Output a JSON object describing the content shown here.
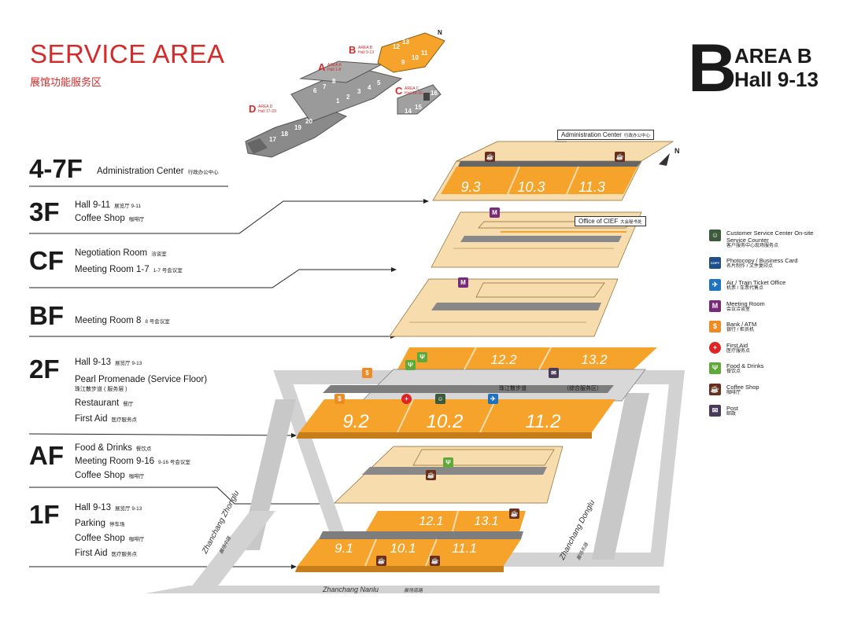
{
  "title": "SERVICE AREA",
  "title_cn": "展馆功能服务区",
  "area": {
    "letter": "B",
    "name": "AREA B",
    "halls": "Hall 9-13"
  },
  "floors": [
    {
      "code": "4-7F",
      "items": [
        {
          "en": "Administration Center",
          "cn": "行政办公中心"
        }
      ]
    },
    {
      "code": "3F",
      "items": [
        {
          "en": "Hall 9-11",
          "cn": "展览厅 9-11"
        },
        {
          "en": "Coffee Shop",
          "cn": "咖啡厅"
        }
      ]
    },
    {
      "code": "CF",
      "items": [
        {
          "en": "Negotiation Room",
          "cn": "洽谈室"
        },
        {
          "en": "Meeting Room 1-7",
          "cn": "1-7 号会议室"
        }
      ]
    },
    {
      "code": "BF",
      "items": [
        {
          "en": "Meeting Room 8",
          "cn": "8 号会议室"
        }
      ]
    },
    {
      "code": "2F",
      "items": [
        {
          "en": "Hall 9-13",
          "cn": "展览厅 9-13"
        },
        {
          "en": "Pearl Promenade (Service Floor)",
          "cn": ""
        },
        {
          "en": "珠江散步道 ( 服务层 )",
          "cn": ""
        },
        {
          "en": "Restaurant",
          "cn": "餐厅"
        },
        {
          "en": "First Aid",
          "cn": "医疗服务点"
        }
      ]
    },
    {
      "code": "AF",
      "items": [
        {
          "en": "Food & Drinks",
          "cn": "餐饮点"
        },
        {
          "en": "Meeting Room 9-16",
          "cn": "9-16 号会议室"
        },
        {
          "en": "Coffee Shop",
          "cn": "咖啡厅"
        }
      ]
    },
    {
      "code": "1F",
      "items": [
        {
          "en": "Hall 9-13",
          "cn": "展览厅 9-13"
        },
        {
          "en": "Parking",
          "cn": "停车场"
        },
        {
          "en": "Coffee Shop",
          "cn": "咖啡厅"
        },
        {
          "en": "First Aid",
          "cn": "医疗服务点"
        }
      ]
    }
  ],
  "legend": [
    {
      "icon": "customer-service-icon",
      "color": "#3d5a3a",
      "glyph": "☺",
      "en": [
        "Customer Service Center On-site",
        "Service Counter"
      ],
      "cn": "客户服务中心现场服务点"
    },
    {
      "icon": "photocopy-icon",
      "color": "#1e4f8a",
      "glyph": "COPY",
      "en": [
        "Photocopy / Business Card"
      ],
      "cn": "名片制作 / 文件复印点"
    },
    {
      "icon": "ticket-office-icon",
      "color": "#1d72c2",
      "glyph": "✈",
      "en": [
        "Air / Train Ticket Office"
      ],
      "cn": "机票 / 车票代售点"
    },
    {
      "icon": "meeting-room-icon",
      "color": "#7a2a7a",
      "glyph": "M",
      "en": [
        "Meeting Room"
      ],
      "cn": "会议洽谈室"
    },
    {
      "icon": "bank-atm-icon",
      "color": "#f08a24",
      "glyph": "$",
      "en": [
        "Bank / ATM"
      ],
      "cn": "银行 / 柜员机"
    },
    {
      "icon": "first-aid-icon",
      "color": "#e02424",
      "glyph": "+",
      "en": [
        "First Aid"
      ],
      "cn": "医疗服务点"
    },
    {
      "icon": "food-drinks-icon",
      "color": "#5fa83a",
      "glyph": "Ψ",
      "en": [
        "Food & Drinks"
      ],
      "cn": "餐饮点"
    },
    {
      "icon": "coffee-shop-icon",
      "color": "#6b2e1a",
      "glyph": "☕",
      "en": [
        "Coffee Shop"
      ],
      "cn": "咖啡厅"
    },
    {
      "icon": "post-icon",
      "color": "#4a3a5a",
      "glyph": "✉",
      "en": [
        "Post"
      ],
      "cn": "邮政"
    }
  ],
  "tags": {
    "admin": {
      "en": "Administration Center",
      "cn": "行政办公中心"
    },
    "cief": {
      "en": "Office of CIEF",
      "cn": "大会秘书处"
    },
    "promenade_cn": "珠江散步道",
    "service_cn": "（综合服务区）"
  },
  "halls": {
    "f3": [
      "9.3",
      "10.3",
      "11.3"
    ],
    "f2_front": [
      "9.2",
      "10.2",
      "11.2"
    ],
    "f2_back": [
      "12.2",
      "13.2"
    ],
    "f1_front": [
      "9.1",
      "10.1",
      "11.1"
    ],
    "f1_back": [
      "12.1",
      "13.1"
    ]
  },
  "roads": {
    "west": {
      "en": "Zhanchang Zhonglu",
      "cn": "展场中路"
    },
    "east": {
      "en": "Zhanchang Donglu",
      "cn": "展场东路"
    },
    "south": {
      "en": "Zhanchang Nanlu",
      "cn": "展场南路"
    }
  },
  "keymap": {
    "areas": [
      {
        "letter": "A",
        "label": "AREA A",
        "halls": "Hall 1-8"
      },
      {
        "letter": "B",
        "label": "AREA B",
        "halls": "Hall 9-13"
      },
      {
        "letter": "C",
        "label": "AREA C",
        "halls": "Hall 14-16"
      },
      {
        "letter": "D",
        "label": "AREA D",
        "halls": "Hall 17-20"
      }
    ],
    "hall_numbers": [
      "1",
      "2",
      "3",
      "4",
      "5",
      "6",
      "7",
      "8",
      "9",
      "10",
      "11",
      "12",
      "13",
      "14",
      "15",
      "16",
      "17",
      "18",
      "19",
      "20"
    ]
  },
  "north_label": "N",
  "colors": {
    "accent": "#d42b2b",
    "hall": "#f5a32a",
    "floor": "#f7dcae",
    "corridor": "#7d7d7d",
    "road": "#d2d2d2"
  }
}
